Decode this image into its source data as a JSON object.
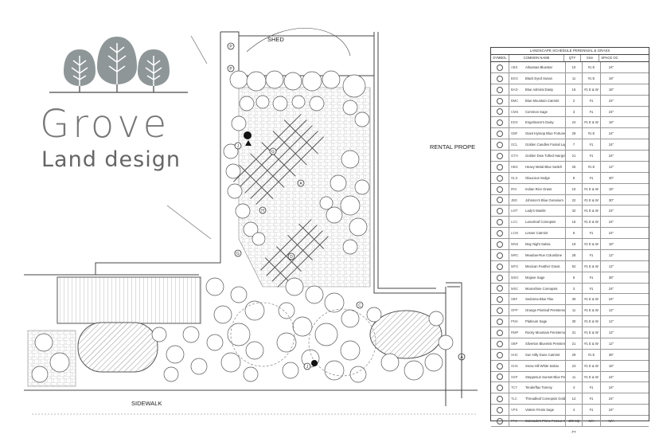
{
  "logo": {
    "brand": "Grove",
    "tagline": "Land design"
  },
  "labels": {
    "shed": "SHED",
    "rental": "RENTAL PROPE",
    "sidewalk": "SIDEWALK"
  },
  "legend": {
    "title": "LANDSCAPE SCHEDULE PERENNIAL & GRASS",
    "headers": [
      "SYMBOL",
      "COMMON NAME",
      "QTY",
      "Size",
      "SPACE OC",
      ""
    ],
    "rows": [
      {
        "code": "ABS",
        "name": "Arkansas Bluestar",
        "qty": "10",
        "size": "#1 E",
        "space": "24\""
      },
      {
        "code": "BSG",
        "name": "Black Eyed Susan",
        "qty": "11",
        "size": "#1 E",
        "space": "18\""
      },
      {
        "code": "BAD",
        "name": "Blue Admiral Daisy",
        "qty": "16",
        "size": "#1 E & W",
        "space": "18\""
      },
      {
        "code": "BMC",
        "name": "Blue Mountain Catmint",
        "qty": "2",
        "size": "#1",
        "space": "24\""
      },
      {
        "code": "CMS",
        "name": "Common Sage",
        "qty": "3",
        "size": "#1",
        "space": "24\""
      },
      {
        "code": "EDS",
        "name": "Engelmann's Daisy",
        "qty": "24",
        "size": "#1 E & W",
        "space": "18\""
      },
      {
        "code": "GBF",
        "name": "Giant Hyssop Blue Fortune",
        "qty": "29",
        "size": "#1 E",
        "space": "24\""
      },
      {
        "code": "GCL",
        "name": "Golden Candles Foxtail Lupine",
        "qty": "7",
        "size": "#1",
        "space": "24\""
      },
      {
        "code": "GTH",
        "name": "Golden Dew Tufted Hairgrass",
        "qty": "21",
        "size": "#1",
        "space": "24\""
      },
      {
        "code": "HBS",
        "name": "Heavy Metal Blue Switch",
        "qty": "25",
        "size": "#1 E",
        "space": "12\""
      },
      {
        "code": "GLS",
        "name": "Glaucous Sedge",
        "qty": "8",
        "size": "#1",
        "space": "30\""
      },
      {
        "code": "IRG",
        "name": "Indian Rice Grass",
        "qty": "10",
        "size": "#1 E & W",
        "space": "15\""
      },
      {
        "code": "JBG",
        "name": "Johnson's Blue Geranium",
        "qty": "22",
        "size": "#1 E & W",
        "space": "30\""
      },
      {
        "code": "LMT",
        "name": "Lady's Mantle",
        "qty": "32",
        "size": "#1 E & W",
        "space": "24\""
      },
      {
        "code": "LCC",
        "name": "Lanceleaf Coreopsis",
        "qty": "15",
        "size": "#1 E & W",
        "space": "24\""
      },
      {
        "code": "LCM",
        "name": "Lesser Catmint",
        "qty": "6",
        "size": "#1",
        "space": "24\""
      },
      {
        "code": "MNS",
        "name": "May Night Salvia",
        "qty": "19",
        "size": "#1 E & W",
        "space": "18\""
      },
      {
        "code": "MRC",
        "name": "Meadow-Rue Columbine",
        "qty": "28",
        "size": "#1",
        "space": "12\""
      },
      {
        "code": "MFG",
        "name": "Mexican Feather Grass",
        "qty": "62",
        "size": "#1 E & W",
        "space": "12\""
      },
      {
        "code": "MSG",
        "name": "Mojave Sage",
        "qty": "6",
        "size": "#1",
        "space": "36\""
      },
      {
        "code": "MSC",
        "name": "Moonshine Coreopsis",
        "qty": "3",
        "size": "#1",
        "space": "24\""
      },
      {
        "code": "SBF",
        "name": "Sedonna Blue Flax",
        "qty": "30",
        "size": "#1 E & W",
        "space": "24\""
      },
      {
        "code": "OPP",
        "name": "Orange Pineleaf Penstemon",
        "qty": "11",
        "size": "#1 E & W",
        "space": "12\""
      },
      {
        "code": "PNS",
        "name": "Platinum Sage",
        "qty": "30",
        "size": "#1 E & W",
        "space": "12\""
      },
      {
        "code": "RMP",
        "name": "Rocky Mountain Penstemon",
        "qty": "31",
        "size": "#1 E & W",
        "space": "12\""
      },
      {
        "code": "SBP",
        "name": "Silverton Bluemist Penstemon",
        "qty": "21",
        "size": "#1 E & W",
        "space": "12\""
      },
      {
        "code": "SHC",
        "name": "Sun Hilly Dune Catmint",
        "qty": "29",
        "size": "#1 E",
        "space": "36\""
      },
      {
        "code": "SHS",
        "name": "Snow Hill White Salvia",
        "qty": "23",
        "size": "#1 E & W",
        "space": "18\""
      },
      {
        "code": "SSP",
        "name": "Steppesun Sunset Blue Penstemon",
        "qty": "11",
        "size": "#1 E & W",
        "space": "24\""
      },
      {
        "code": "TCT",
        "name": "Tenderflax Tommy",
        "qty": "4",
        "size": "#1",
        "space": "24\""
      },
      {
        "code": "TLC",
        "name": "Threadleaf Coreopsis Golden Showers",
        "qty": "12",
        "size": "#1",
        "space": "24\""
      },
      {
        "code": "VPS",
        "name": "Valerie Finnis Sage",
        "qty": "4",
        "size": "#1",
        "space": "24\""
      },
      {
        "code": "FFS",
        "name": "Colorado's Prime Fescue Sod",
        "qty": "489 SQ FT",
        "size": "N/A",
        "space": "N/A"
      }
    ]
  },
  "colors": {
    "logo_leaf": "#8e9698",
    "line": "#444444"
  }
}
